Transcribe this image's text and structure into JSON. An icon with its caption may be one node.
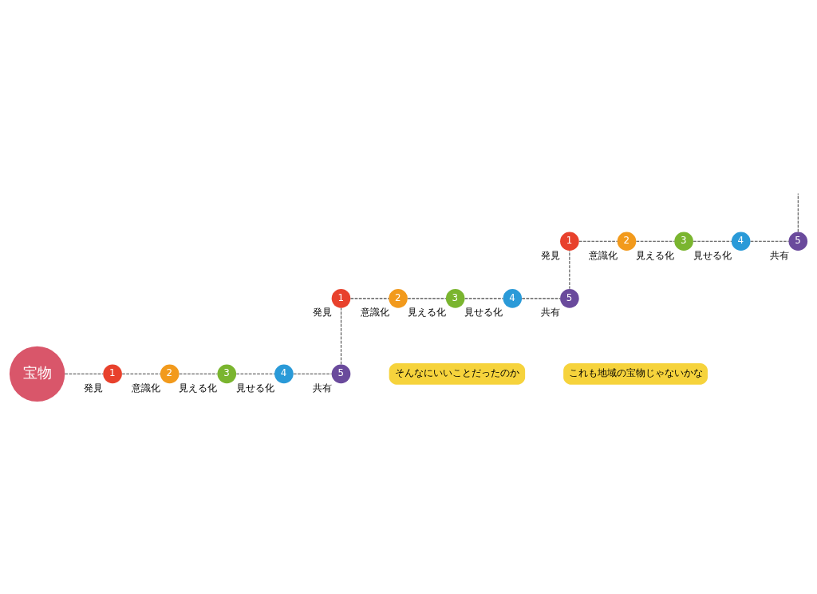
{
  "diagram": {
    "nodes": [
      {
        "text": [
          "宝物"
        ]
      },
      {
        "text": [
          "1"
        ],
        "beside": [
          "発見"
        ]
      },
      {
        "text": [
          "2"
        ],
        "beside": [
          "意識化"
        ]
      },
      {
        "text": [
          "3"
        ],
        "beside": [
          "見える化"
        ]
      },
      {
        "text": [
          "4"
        ],
        "beside": [
          "見せる化"
        ]
      },
      {
        "text": [
          "5"
        ],
        "beside": [
          "共有"
        ]
      },
      {
        "text": [
          "1"
        ],
        "beside": [
          "発見"
        ]
      },
      {
        "text": [
          "2"
        ],
        "beside": [
          "意識化"
        ]
      },
      {
        "text": [
          "3"
        ],
        "beside": [
          "見える化"
        ]
      },
      {
        "text": [
          "4"
        ],
        "beside": [
          "見せる化"
        ]
      },
      {
        "text": [
          "5"
        ],
        "beside": [
          "共有"
        ]
      },
      {
        "text": [
          "1"
        ],
        "beside": [
          "発見"
        ]
      },
      {
        "text": [
          "2"
        ],
        "beside": [
          "意識化"
        ]
      },
      {
        "text": [
          "3"
        ],
        "beside": [
          "見える化"
        ]
      },
      {
        "text": [
          "4"
        ],
        "beside": [
          "見せる化"
        ]
      },
      {
        "text": [
          "5"
        ],
        "beside": [
          "共有"
        ]
      }
    ],
    "edges": [
      {
        "from": 0,
        "to": 1,
        "arrow": "none",
        "style": "dashed"
      },
      {
        "from": 1,
        "to": 2,
        "arrow": "none",
        "style": "dashed"
      },
      {
        "from": 2,
        "to": 3,
        "arrow": "none",
        "style": "dashed"
      },
      {
        "from": 3,
        "to": 4,
        "arrow": "none",
        "style": "dashed"
      },
      {
        "from": 4,
        "to": 5,
        "arrow": "none",
        "style": "dashed"
      },
      {
        "from": 5,
        "to": 6,
        "arrow": "none",
        "style": "dashed"
      },
      {
        "from": 6,
        "to": 7,
        "arrow": "none",
        "style": "dashed"
      },
      {
        "from": 7,
        "to": 8,
        "arrow": "none",
        "style": "dashed"
      },
      {
        "from": 8,
        "to": 9,
        "arrow": "none",
        "style": "dashed"
      },
      {
        "from": 9,
        "to": 10,
        "arrow": "none",
        "style": "dashed"
      },
      {
        "from": 10,
        "to": 11,
        "arrow": "none",
        "style": "dashed"
      },
      {
        "from": 11,
        "to": 12,
        "arrow": "none",
        "style": "dashed"
      },
      {
        "from": 12,
        "to": 13,
        "arrow": "none",
        "style": "dashed"
      },
      {
        "from": 13,
        "to": 14,
        "arrow": "none",
        "style": "dashed"
      },
      {
        "from": 14,
        "to": 15,
        "arrow": "none",
        "style": "dashed"
      },
      {
        "from": 15,
        "to": null,
        "arrow": "none",
        "style": "dashed"
      }
    ],
    "labels": [
      "そんなにいいことだったのか",
      "これも地域の宝物じゃないかな"
    ]
  }
}
